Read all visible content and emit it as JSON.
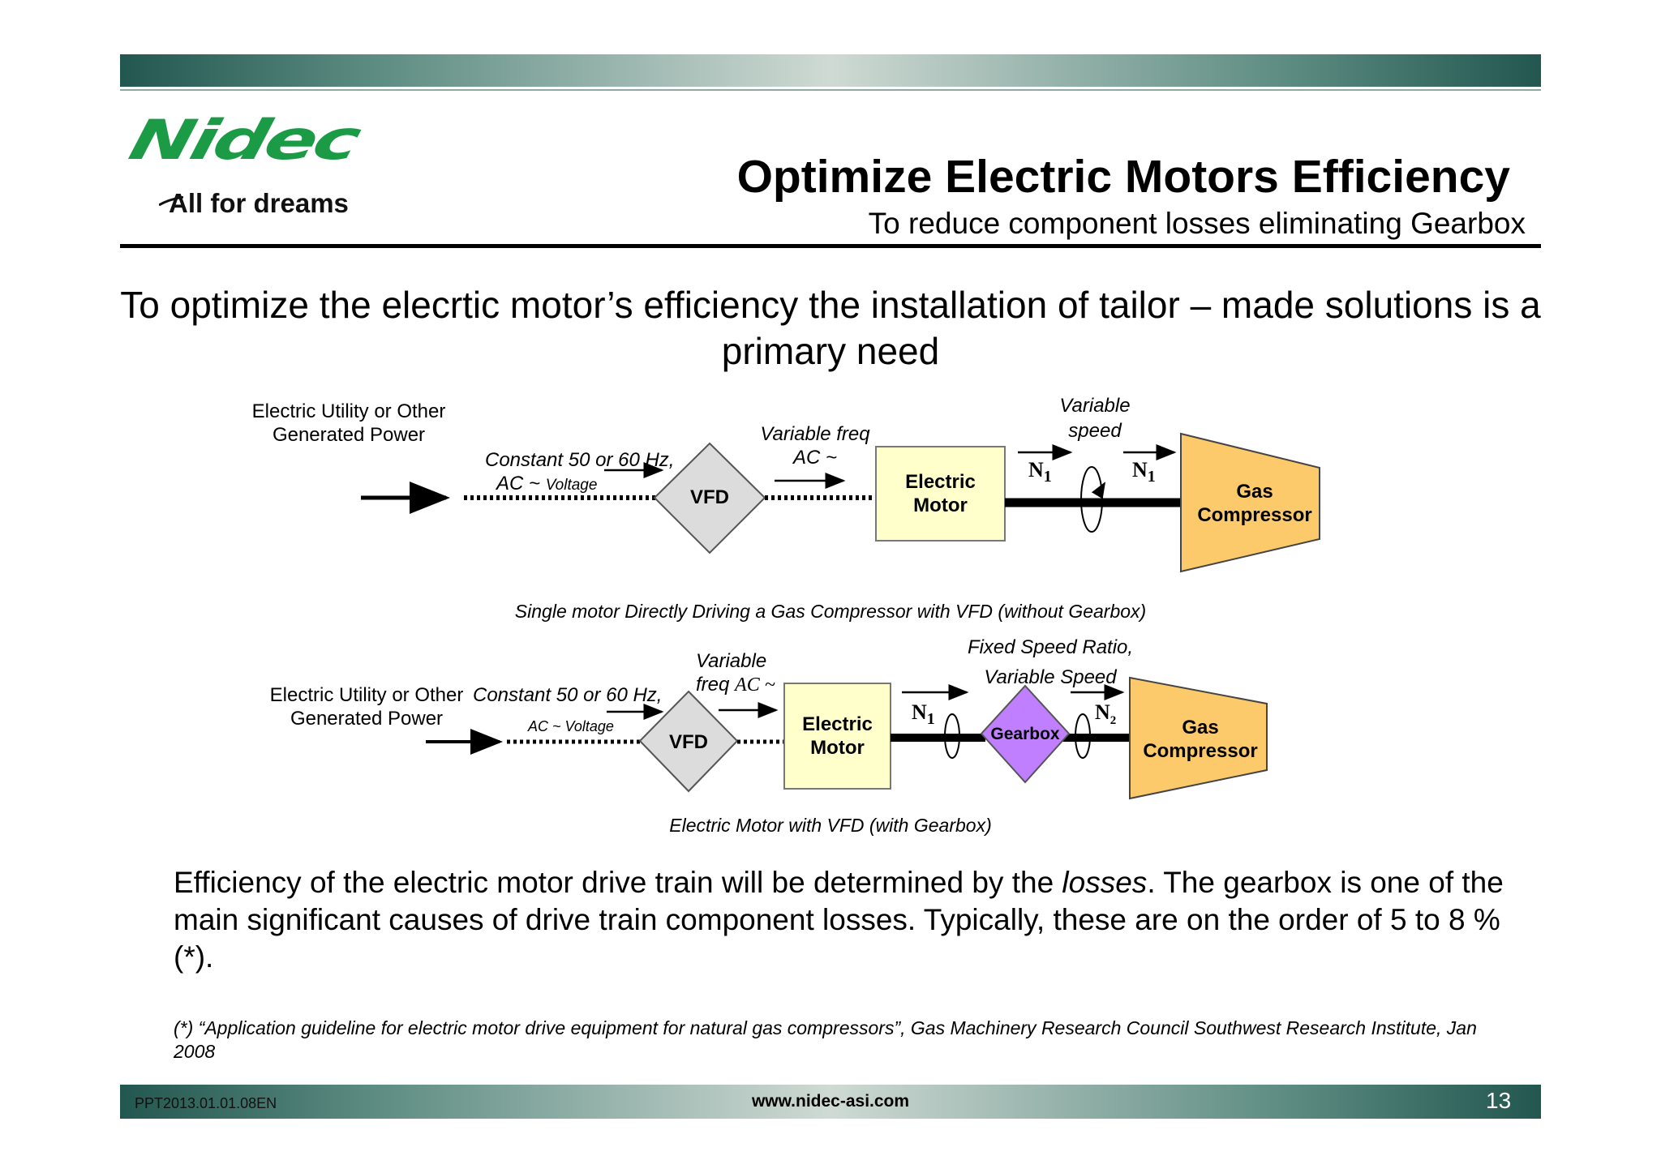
{
  "header": {
    "logo_text": "Nidec",
    "logo_tagline": "All for dreams",
    "title": "Optimize Electric Motors Efficiency",
    "subtitle": "To reduce component losses eliminating Gearbox"
  },
  "intro_text": "To optimize the elecrtic motor’s efficiency the installation of tailor – made solutions is a primary need",
  "diagram1": {
    "source_line1": "Electric Utility or Other",
    "source_line2": "Generated Power",
    "input_line1": "Constant 50 or 60 Hz,",
    "input_line2_ac": "AC ~",
    "input_line2_voltage": "Voltage",
    "vfd": "VFD",
    "output_line1": "Variable freq",
    "output_line2": "AC ~",
    "motor": "Electric\nMotor",
    "speed_line1": "Variable",
    "speed_line2": "speed",
    "n_left": "N",
    "n_left_sub": "1",
    "n_right": "N",
    "n_right_sub": "1",
    "compressor": "Gas\nCompressor",
    "caption": "Single motor Directly Driving a Gas Compressor with VFD (without Gearbox)"
  },
  "diagram2": {
    "source_line1": "Electric Utility or Other",
    "source_line2": "Generated Power",
    "input_line1": "Constant 50 or 60 Hz,",
    "input_line2": "AC ~ Voltage",
    "vfd": "VFD",
    "output_line1": "Variable",
    "output_line2_freq": "freq",
    "output_line2_ac": "AC ~",
    "motor": "Electric\nMotor",
    "ratio_line1": "Fixed Speed Ratio,",
    "ratio_line2": "Variable Speed",
    "n_left": "N",
    "n_left_sub": "1",
    "gearbox": "Gearbox",
    "n_right": "N",
    "n_right_sub": "2",
    "compressor": "Gas\nCompressor",
    "caption": "Electric Motor with VFD (with Gearbox)"
  },
  "efficiency": {
    "before": "Efficiency of the electric motor drive train will be determined by the ",
    "emph": "losses",
    "after": ". The gearbox is one of the main significant causes of drive train component losses. Typically, these are on the order of 5  to  8 %(*)."
  },
  "footnote": "(*) “Application guideline for electric motor drive equipment for natural gas compressors”, Gas Machinery Research Council Southwest Research Institute, Jan 2008",
  "footer": {
    "code": "PPT2013.01.01.08EN",
    "url": "www.nidec-asi.com",
    "page": "13"
  },
  "colors": {
    "band_dark": "#22574f",
    "band_light": "#cfdad4",
    "logo_green": "#1c9b46",
    "motor_fill": "#ffffcc",
    "compressor_fill": "#fdca6b",
    "gearbox_fill": "#bf7fff",
    "vfd_fill": "#dcdcdc"
  }
}
